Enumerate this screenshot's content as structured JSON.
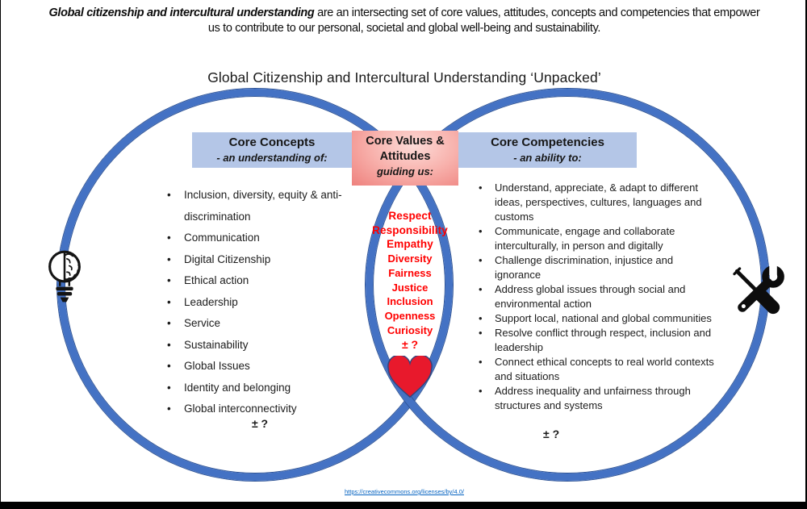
{
  "intro": {
    "lead": "Global citizenship and intercultural understanding",
    "line1_rest": " are an intersecting set of core values, attitudes, concepts and competencies that empower",
    "line2": "us to contribute to our personal, societal and global well-being and sustainability."
  },
  "title": "Global Citizenship and Intercultural Understanding ‘Unpacked’",
  "venn": {
    "left_header": {
      "title": "Core Concepts",
      "subtitle": "- an understanding of:"
    },
    "center_header": {
      "title_line1": "Core Values &",
      "title_line2": "Attitudes",
      "subtitle": "guiding us:"
    },
    "right_header": {
      "title": "Core Competencies",
      "subtitle": "- an ability to:"
    },
    "left_items": [
      "Inclusion, diversity, equity & anti-discrimination",
      "Communication",
      "Digital Citizenship",
      "Ethical action",
      "Leadership",
      "Service",
      "Sustainability",
      "Global Issues",
      "Identity and belonging",
      "Global interconnectivity"
    ],
    "left_more": "± ?",
    "center_values_primary": [
      "Respect",
      "Responsibility",
      "Empathy"
    ],
    "center_values": [
      "Diversity",
      "Fairness",
      "Justice",
      "Inclusion",
      "Openness",
      "Curiosity"
    ],
    "center_more": "± ?",
    "right_items": [
      "Understand, appreciate, & adapt to different ideas, perspectives, cultures, languages and customs",
      "Communicate, engage and collaborate interculturally, in person and digitally",
      "Challenge discrimination, injustice and ignorance",
      "Address global issues through social and environmental action",
      "Support local, national and global communities",
      "Resolve conflict through respect, inclusion and leadership",
      "Connect ethical concepts to real world contexts and situations",
      "Address inequality and unfairness through structures and systems"
    ],
    "right_more": "± ?",
    "icons": {
      "left": "lightbulb-brain-icon",
      "center": "heart-icon",
      "right": "tools-icon"
    }
  },
  "footer": {
    "license_url": "https://creativecommons.org/licenses/by/4.0/"
  },
  "colors": {
    "circle_blue": "#4472C4",
    "band_blue": "#B4C6E7",
    "values_red": "#FF0000",
    "heart_red": "#E8192C"
  }
}
